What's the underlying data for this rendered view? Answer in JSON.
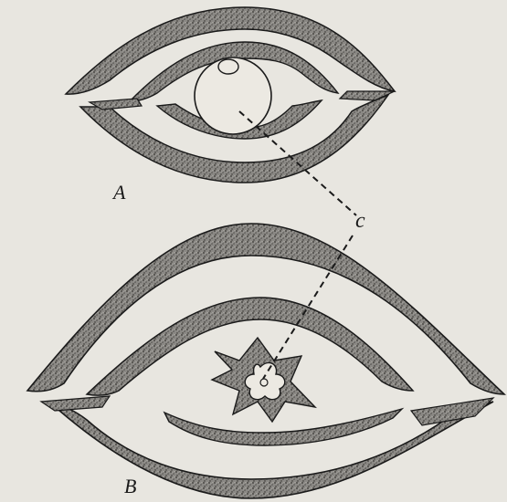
{
  "figure": {
    "labels": {
      "a": "A",
      "b": "B",
      "c": "c"
    },
    "colors": {
      "paper": "#e8e6e0",
      "tissue": "#777571",
      "ink": "#1a1a1a"
    },
    "panels": [
      {
        "id": "A",
        "description_key": "section-a"
      },
      {
        "id": "B",
        "description_key": "section-b"
      }
    ]
  }
}
